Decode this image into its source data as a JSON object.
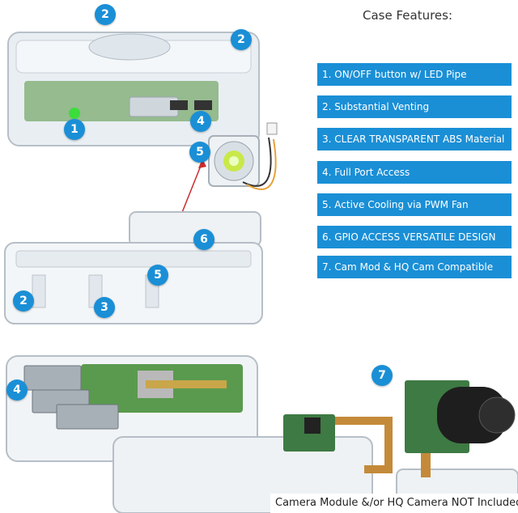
{
  "header": {
    "title": "Case Features:"
  },
  "features": [
    "1. ON/OFF button w/ LED Pipe",
    "2. Substantial Venting",
    "3. CLEAR TRANSPARENT ABS Material",
    "4. Full Port Access",
    "5. Active Cooling via PWM Fan",
    "6. GPIO ACCESS VERSATILE DESIGN",
    "7. Cam Mod & HQ Cam Compatible"
  ],
  "callouts": {
    "c1": "1",
    "c2a": "2",
    "c2b": "2",
    "c2c": "2",
    "c3": "3",
    "c4a": "4",
    "c4b": "4",
    "c5a": "5",
    "c5b": "5",
    "c6": "6",
    "c7": "7"
  },
  "footer": {
    "note": "Camera Module &/or HQ Camera NOT Included"
  },
  "colors": {
    "accent": "#1a8fd6",
    "led": "#3ddc3d",
    "pcb": "#5a9a4e"
  }
}
